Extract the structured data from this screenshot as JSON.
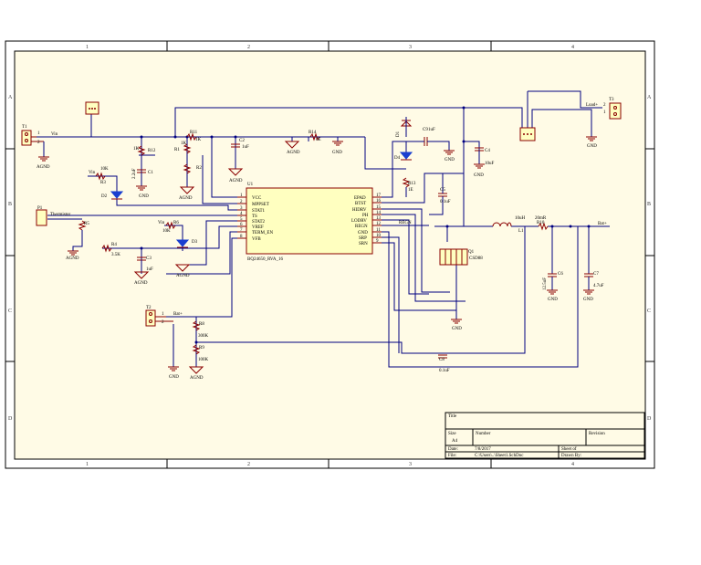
{
  "frame": {
    "columns": [
      "1",
      "2",
      "3",
      "4"
    ],
    "rows": [
      "A",
      "B",
      "C",
      "D"
    ]
  },
  "title_block": {
    "title_label": "Title",
    "size_label": "Size",
    "size_value": "A4",
    "number_label": "Number",
    "revision_label": "Revision",
    "date_label": "Date:",
    "date_value": "7/8/2017",
    "file_label": "File:",
    "file_value": "C:\\Users\\..\\Sheet1.SchDoc",
    "sheet_label": "Sheet    of",
    "drawn_label": "Drawn By:"
  },
  "ic": {
    "ref": "U1",
    "name": "BQ24650_RVA_16",
    "left_pins": [
      {
        "num": "1",
        "name": "VCC"
      },
      {
        "num": "2",
        "name": "MPPSET"
      },
      {
        "num": "3",
        "name": "STAT1"
      },
      {
        "num": "4",
        "name": "TS"
      },
      {
        "num": "5",
        "name": "STAT2"
      },
      {
        "num": "6",
        "name": "VREF"
      },
      {
        "num": "7",
        "name": "TERM_EN"
      },
      {
        "num": "8",
        "name": "VFB"
      }
    ],
    "right_pins": [
      {
        "num": "17",
        "name": "EPAD"
      },
      {
        "num": "16",
        "name": "BTST"
      },
      {
        "num": "15",
        "name": "HIDRV"
      },
      {
        "num": "14",
        "name": "PH"
      },
      {
        "num": "13",
        "name": "LODRV"
      },
      {
        "num": "12",
        "name": "REGN"
      },
      {
        "num": "11",
        "name": "GND"
      },
      {
        "num": "10",
        "name": "SRP"
      },
      {
        "num": "9",
        "name": "SRN"
      }
    ]
  },
  "labels": {
    "t1": "T1",
    "t1_p1": "1",
    "t1_p2": "2",
    "vin": "Vin",
    "t2": "T2",
    "t2_p1": "1",
    "t2_p2": "2",
    "batp_t2": "Bat+",
    "t3": "T3",
    "load": "Load+",
    "t3_p2": "2",
    "t3_p1": "1",
    "p1": "P1",
    "thermistor": "Thermistor",
    "r11": "R11",
    "r11v": "1K",
    "r12": "R12",
    "r12v": "1K",
    "r1": "R1",
    "r1v": "1K",
    "r2": "R2",
    "r3": "R3",
    "r3v": "10K",
    "r4": "R4",
    "r4v": "3.5K",
    "r5": "R5",
    "r6": "R6",
    "r6v": "10K",
    "r8": "R8",
    "r8v": "300K",
    "r9": "R9",
    "r9v": "100K",
    "r13": "R13",
    "r13v": "1E",
    "r14": "R14",
    "r14v": "0E",
    "r10": "R10",
    "r10v": "20mR",
    "c1": "C1",
    "c1v": "2.2uF",
    "c2": "C2",
    "c2v": "1uF",
    "c3": "C3",
    "c3v": "1uF",
    "c4": "C4",
    "c4v": "10uF",
    "c5": "C5",
    "c5v": "0.1uF",
    "c6": "C6",
    "c6v": "12.5uF",
    "c7": "C7",
    "c7v": "4.7uF",
    "c8": "C8",
    "c8v": "0.1uF",
    "c9": "C9",
    "c9v": "1uF",
    "d1": "D1",
    "d2": "D2",
    "d3": "D3",
    "d4": "D4",
    "l1": "L1",
    "l1v": "10uH",
    "q1": "Q1",
    "q1_part": "CSD88",
    "regn": "REGN",
    "vin_r3": "Vin",
    "vin_r6": "Vin",
    "batp": "Bat+",
    "agnd": "AGND",
    "gnd": "GND"
  }
}
